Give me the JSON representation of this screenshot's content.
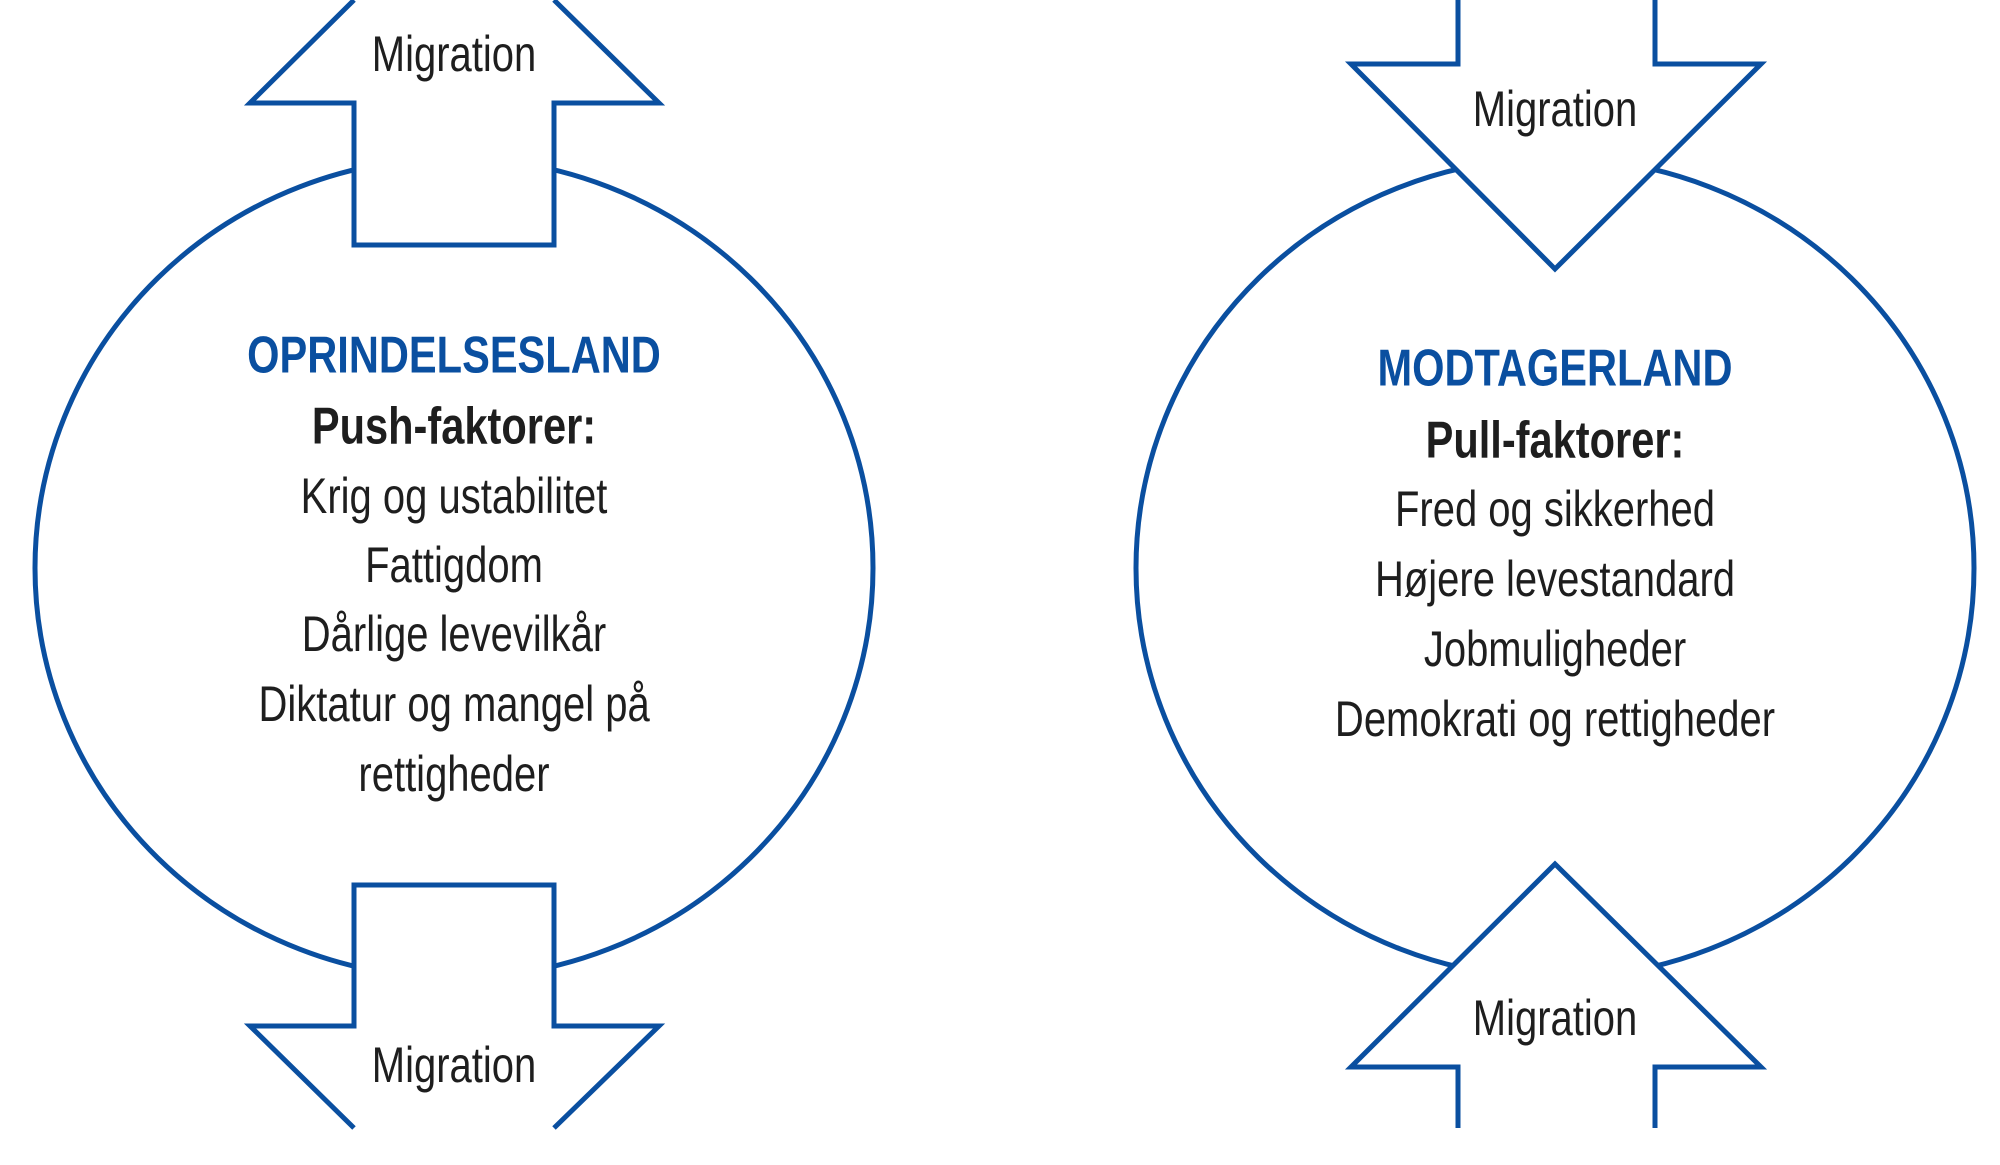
{
  "colors": {
    "accent": "#0a4fa0",
    "text": "#1e1e1e"
  },
  "origin": {
    "title": "OPRINDELSESLAND",
    "subtitle": "Push-faktorer:",
    "items": [
      "Krig og ustabilitet",
      "Fattigdom",
      "Dårlige levevilkår",
      "Diktatur og mangel på",
      "rettigheder"
    ],
    "arrow_top": "Migration",
    "arrow_bottom": "Migration"
  },
  "destination": {
    "title": "MODTAGERLAND",
    "subtitle": "Pull-faktorer:",
    "items": [
      "Fred og sikkerhed",
      "Højere levestandard",
      "Jobmuligheder",
      "Demokrati og rettigheder"
    ],
    "arrow_top": "Migration",
    "arrow_bottom": "Migration"
  }
}
